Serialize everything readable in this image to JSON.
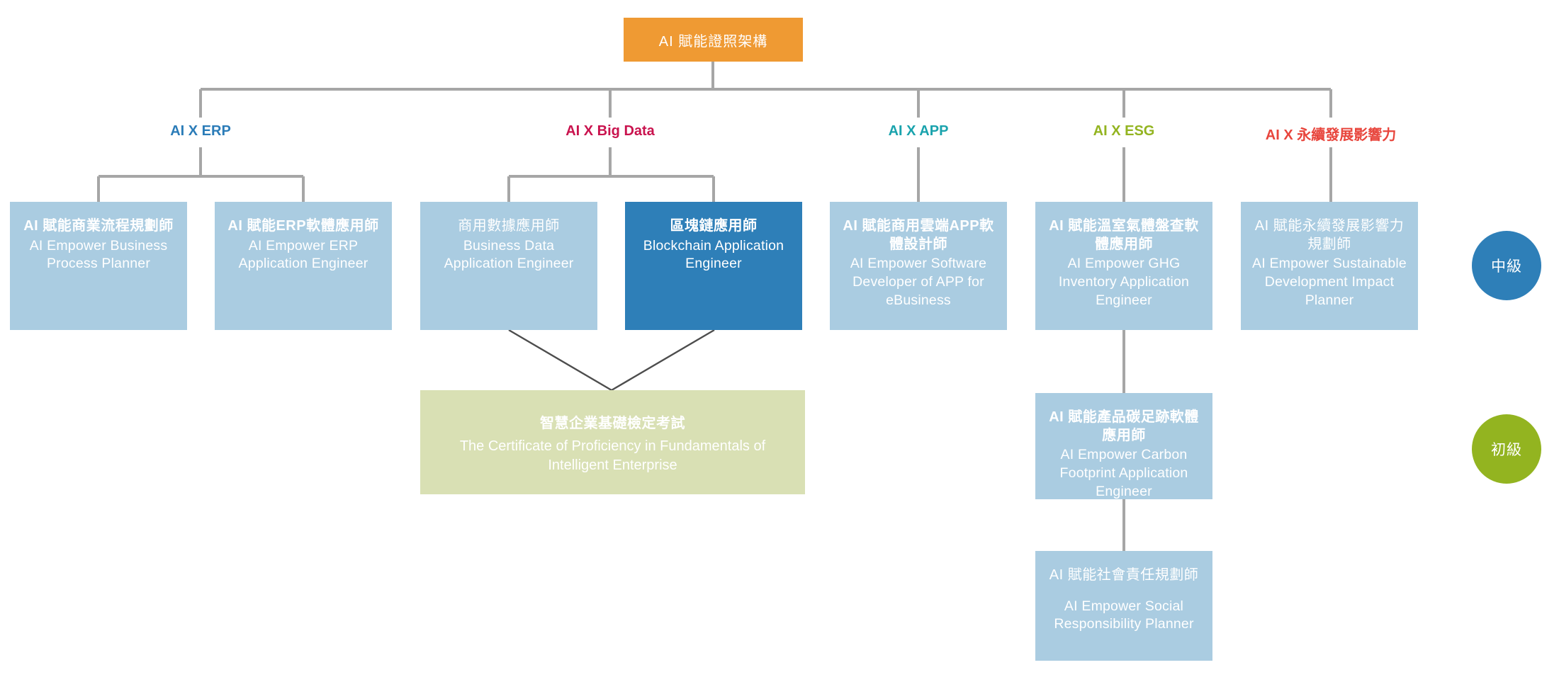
{
  "diagram": {
    "root": {
      "label": "AI 賦能證照架構",
      "color": "#ef9a33"
    },
    "categories": [
      {
        "id": "erp",
        "label": "AI X ERP",
        "color": "#2b7cb8"
      },
      {
        "id": "bigdata",
        "label": "AI X Big Data",
        "color": "#c9134e"
      },
      {
        "id": "app",
        "label": "AI X APP",
        "color": "#1aa3ad"
      },
      {
        "id": "esg",
        "label": "AI X ESG",
        "color": "#93b420"
      },
      {
        "id": "esdi",
        "label": "AI X 永續發展影響力",
        "color": "#e8453c"
      }
    ],
    "cards": [
      {
        "id": "business-process-planner",
        "category": "erp",
        "zh": "AI 賦能商業流程規劃師",
        "zh_bold": true,
        "en": "AI Empower Business Process Planner",
        "highlight": false
      },
      {
        "id": "erp-application-engineer",
        "category": "erp",
        "zh": "AI 賦能ERP軟體應用師",
        "zh_bold": true,
        "en": "AI Empower ERP Application Engineer",
        "highlight": false
      },
      {
        "id": "business-data-application-engineer",
        "category": "bigdata",
        "zh": "商用數據應用師",
        "zh_bold": false,
        "en": "Business Data Application Engineer",
        "highlight": false
      },
      {
        "id": "blockchain-application-engineer",
        "category": "bigdata",
        "zh": "區塊鏈應用師",
        "zh_bold": true,
        "en": "Blockchain Application Engineer",
        "highlight": true
      },
      {
        "id": "cloud-app-software-designer",
        "category": "app",
        "zh": "AI 賦能商用雲端APP軟體設計師",
        "zh_bold": true,
        "en": "AI Empower Software Developer of APP for eBusiness",
        "highlight": false
      },
      {
        "id": "ghg-inventory-application-engineer",
        "category": "esg",
        "zh": "AI 賦能溫室氣體盤查軟體應用師",
        "zh_bold": true,
        "en": "AI Empower GHG Inventory Application Engineer",
        "highlight": false
      },
      {
        "id": "sustainable-development-impact-planner",
        "category": "esdi",
        "zh": "AI 賦能永續發展影響力規劃師",
        "zh_bold": false,
        "en": "AI Empower Sustainable Development Impact Planner",
        "highlight": false
      },
      {
        "id": "carbon-footprint-application-engineer",
        "category": "esg",
        "zh": "AI 賦能產品碳足跡軟體應用師",
        "zh_bold": true,
        "en": "AI Empower Carbon Footprint Application Engineer",
        "highlight": false
      },
      {
        "id": "social-responsibility-planner",
        "category": "esg",
        "zh": "AI 賦能社會責任規劃師",
        "zh_bold": false,
        "en": "AI Empower Social Responsibility Planner",
        "highlight": false
      }
    ],
    "exam": {
      "id": "fundamentals-exam",
      "zh": "智慧企業基礎檢定考試",
      "en": "The Certificate of Proficiency in Fundamentals of Intelligent Enterprise",
      "color": "#d9e0b4"
    },
    "levels": [
      {
        "id": "intermediate",
        "label": "中級",
        "color": "#2e7fb8"
      },
      {
        "id": "beginner",
        "label": "初級",
        "color": "#93b420"
      }
    ],
    "palette": {
      "card_default": "#aacce1",
      "card_highlight": "#2e7fb8",
      "connector": "#a6a6a6",
      "connector_dark": "#404040"
    }
  }
}
